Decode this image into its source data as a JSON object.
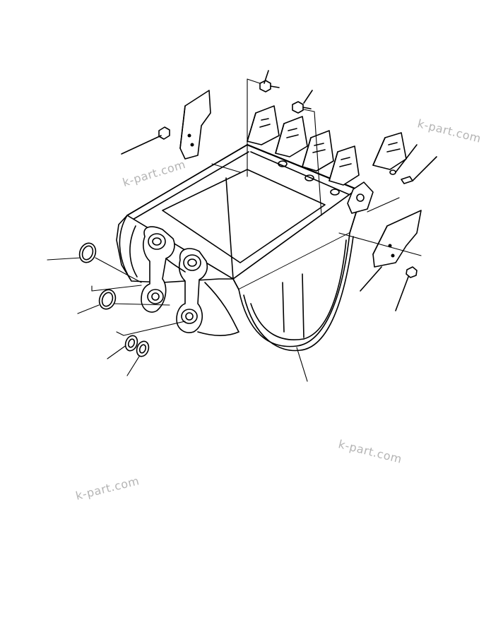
{
  "diagram": {
    "type": "exploded-parts-drawing",
    "subject": "excavator bucket",
    "line_color": "#000000",
    "background": "#ffffff",
    "watermark_color": "#b4b4b4"
  },
  "watermarks": [
    "k-part.com",
    "k-part.com",
    "k-part.com",
    "k-part.com"
  ]
}
